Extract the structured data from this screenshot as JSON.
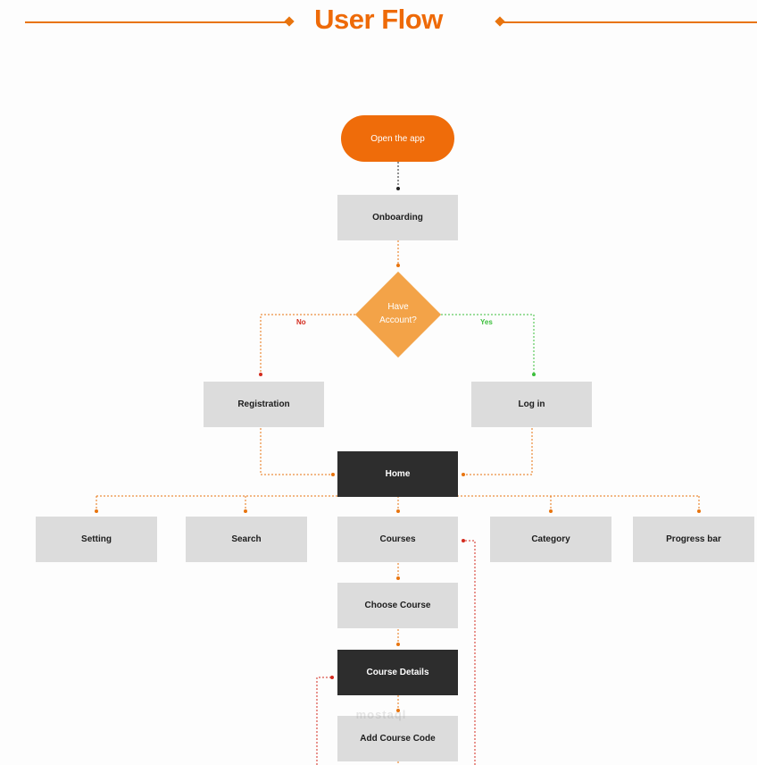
{
  "header": {
    "title": "User Flow"
  },
  "colors": {
    "accent": "#ee6a08",
    "decision": "#f3a348",
    "box": "#dcdcdc",
    "dark_box": "#2d2d2d",
    "connector_black": "#222222",
    "connector_orange": "#e8740e",
    "no_branch": "#d32b1e",
    "yes_branch": "#3cbf3c"
  },
  "flow": {
    "start": "Open the app",
    "onboarding": "Onboarding",
    "decision": {
      "line1": "Have",
      "line2": "Account?",
      "no_label": "No",
      "yes_label": "Yes"
    },
    "registration": "Registration",
    "login": "Log in",
    "home": "Home",
    "home_children": [
      "Setting",
      "Search",
      "Courses",
      "Category",
      "Progress bar"
    ],
    "choose_course": "Choose Course",
    "course_details": "Course Details",
    "add_course_code": "Add Course Code"
  },
  "watermark": "mostaql"
}
